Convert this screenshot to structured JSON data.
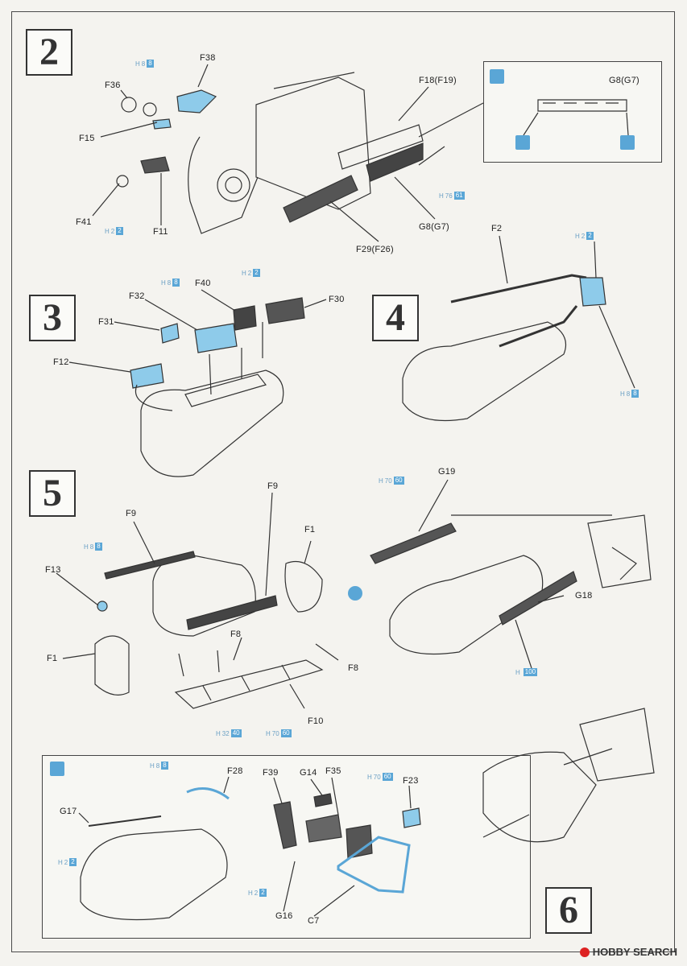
{
  "steps": [
    "2",
    "3",
    "4",
    "5",
    "6"
  ],
  "step2": {
    "labels": [
      "F38",
      "F36",
      "F15",
      "F18(F19)",
      "G8(G7)",
      "F41",
      "F11",
      "G8(G7)",
      "F29(F26)"
    ],
    "paint_codes": [
      {
        "h": "H",
        "n1": "8",
        "n2": "8"
      },
      {
        "h": "H",
        "n1": "2",
        "n2": "2"
      },
      {
        "h": "H",
        "n1": "76",
        "n2": "61"
      }
    ]
  },
  "step3": {
    "labels": [
      "F32",
      "F40",
      "F30",
      "F31",
      "F12"
    ],
    "paint_codes": [
      {
        "h": "H",
        "n1": "8",
        "n2": "8"
      },
      {
        "h": "H",
        "n1": "2",
        "n2": "2"
      }
    ]
  },
  "step4": {
    "labels": [
      "F2"
    ],
    "paint_codes": [
      {
        "h": "H",
        "n1": "2",
        "n2": "2"
      },
      {
        "h": "H",
        "n1": "8",
        "n2": "8"
      }
    ]
  },
  "step5": {
    "labels": [
      "F9",
      "F9",
      "F1",
      "F13",
      "F1",
      "F8",
      "F8",
      "F10",
      "G19",
      "G18"
    ],
    "paint_codes": [
      {
        "h": "H",
        "n1": "8",
        "n2": "8"
      },
      {
        "h": "H",
        "n1": "70",
        "n2": "60"
      },
      {
        "h": "H",
        "n1": "32",
        "n2": "40"
      },
      {
        "h": "H",
        "n1": "70",
        "n2": "60"
      },
      {
        "h": "H",
        "n1": "",
        "n2": "100"
      }
    ]
  },
  "step6": {
    "labels": [
      "F28",
      "G17",
      "F39",
      "G14",
      "F35",
      "F23",
      "G16",
      "C7"
    ],
    "paint_codes": [
      {
        "h": "H",
        "n1": "8",
        "n2": "8"
      },
      {
        "h": "H",
        "n1": "2",
        "n2": "2"
      },
      {
        "h": "H",
        "n1": "70",
        "n2": "60"
      },
      {
        "h": "H",
        "n1": "2",
        "n2": "2"
      }
    ]
  },
  "watermark": "HOBBY SEARCH",
  "colors": {
    "part_blue": "#8ecbea",
    "code_blue": "#5aa6d6",
    "line": "#333333"
  }
}
